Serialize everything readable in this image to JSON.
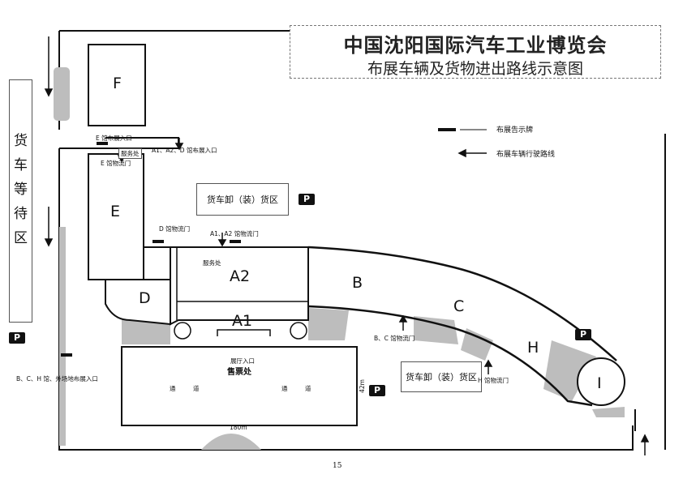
{
  "title": {
    "main": "中国沈阳国际汽车工业博览会",
    "subtitle": "布展车辆及货物进出路线示意图"
  },
  "legend": {
    "sign_label": "布展告示牌",
    "route_label": "布展车辆行驶路线"
  },
  "halls": {
    "F": "F",
    "E": "E",
    "D": "D",
    "A2": "A2",
    "A1": "A1",
    "B": "B",
    "C": "C",
    "H": "H",
    "I": "I"
  },
  "waiting_area": "货\n车\n等\n待\n区",
  "unloading_zone_1": "货车卸（装）货区",
  "unloading_zone_2": "货车卸（装）货区",
  "parking": "P",
  "labels": {
    "e_entrance": "E 馆布展入口",
    "a1a2d_entrance": "A1、A2、D 馆布展入口",
    "service_1": "服务处",
    "e_logistics_gate": "E 馆物流门",
    "d_logistics_gate": "D 馆物流门",
    "a1a2_logistics_gate": "A1、A2 馆物流门",
    "service_2": "服务处",
    "bc_logistics_gate": "B、C 馆物流门",
    "h_logistics_gate": "H 馆物流门",
    "bch_entrance": "B、C、H 馆、外场地布展入口",
    "hall_entrance": "展厅入口",
    "ticket_office": "售票处",
    "passage_1": "通",
    "passage_2": "道",
    "passage_3": "通",
    "passage_4": "道",
    "width_label": "180m",
    "height_label": "42m"
  },
  "page_number": "15",
  "colors": {
    "route": "#111111",
    "shade": "#bdbdbd",
    "sign": "#111111"
  }
}
